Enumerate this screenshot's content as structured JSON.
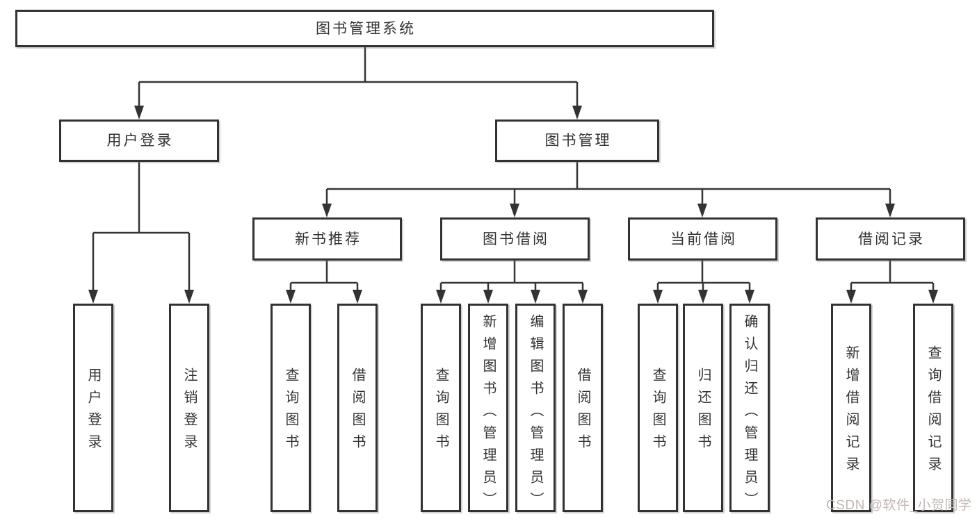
{
  "colors": {
    "line": "#333333",
    "border": "#323232",
    "text": "#333333",
    "box_background": "#ffffff",
    "page_background": "#ffffff",
    "watermark": "#c4b6b4"
  },
  "watermark": {
    "text": "CSDN @软件_小贺同学"
  },
  "nodes": {
    "root": "图书管理系统",
    "user_login": "用户登录",
    "book_management": "图书管理",
    "login": "用户登录",
    "logout": "注销登录",
    "new_book_recommend": "新书推荐",
    "book_borrow": "图书借阅",
    "current_borrow": "当前借阅",
    "borrow_records": "借阅记录",
    "recommend_query_books": "查询图书",
    "recommend_borrow_books": "借阅图书",
    "borrow_query_books": "查询图书",
    "borrow_add_books": "新增图书（管理员）",
    "borrow_edit_books": "编辑图书（管理员）",
    "borrow_borrow_books": "借阅图书",
    "current_query_books": "查询图书",
    "current_return_books": "归还图书",
    "current_confirm_return": "确认归还（管理员）",
    "records_add_record": "新增借阅记录",
    "records_query_record": "查询借阅记录"
  }
}
